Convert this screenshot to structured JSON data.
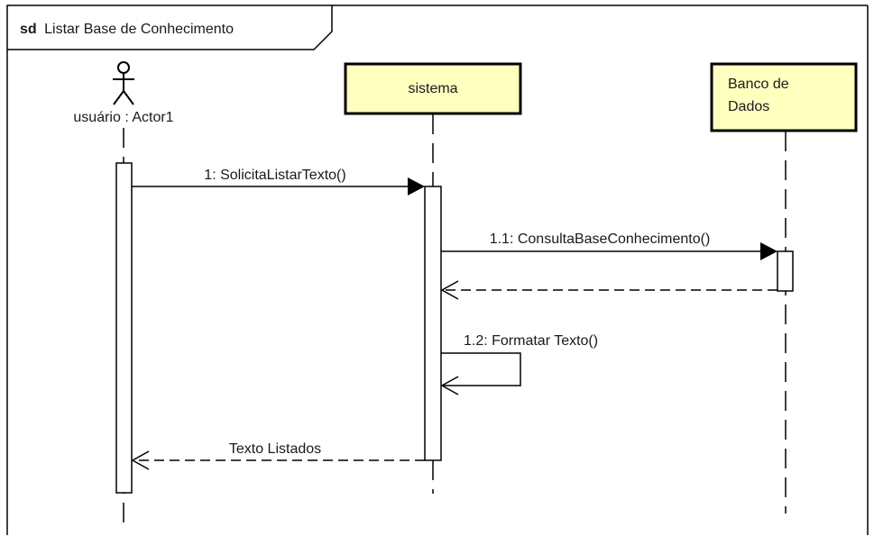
{
  "frame": {
    "keyword": "sd",
    "name": "Listar Base de Conhecimento"
  },
  "lifelines": {
    "actor": {
      "label": "usuário : Actor1"
    },
    "sistema": {
      "label": "sistema"
    },
    "banco": {
      "label_line1": "Banco de",
      "label_line2": "Dados"
    }
  },
  "messages": {
    "m1": "1: SolicitaListarTexto()",
    "m2": "1.1: ConsultaBaseConhecimento()",
    "m3": "1.2: Formatar Texto()",
    "m4": "Texto Listados"
  },
  "colors": {
    "lifeline_box_fill": "#FFFFC0",
    "stroke": "#000000",
    "text": "#1a1a1a"
  }
}
